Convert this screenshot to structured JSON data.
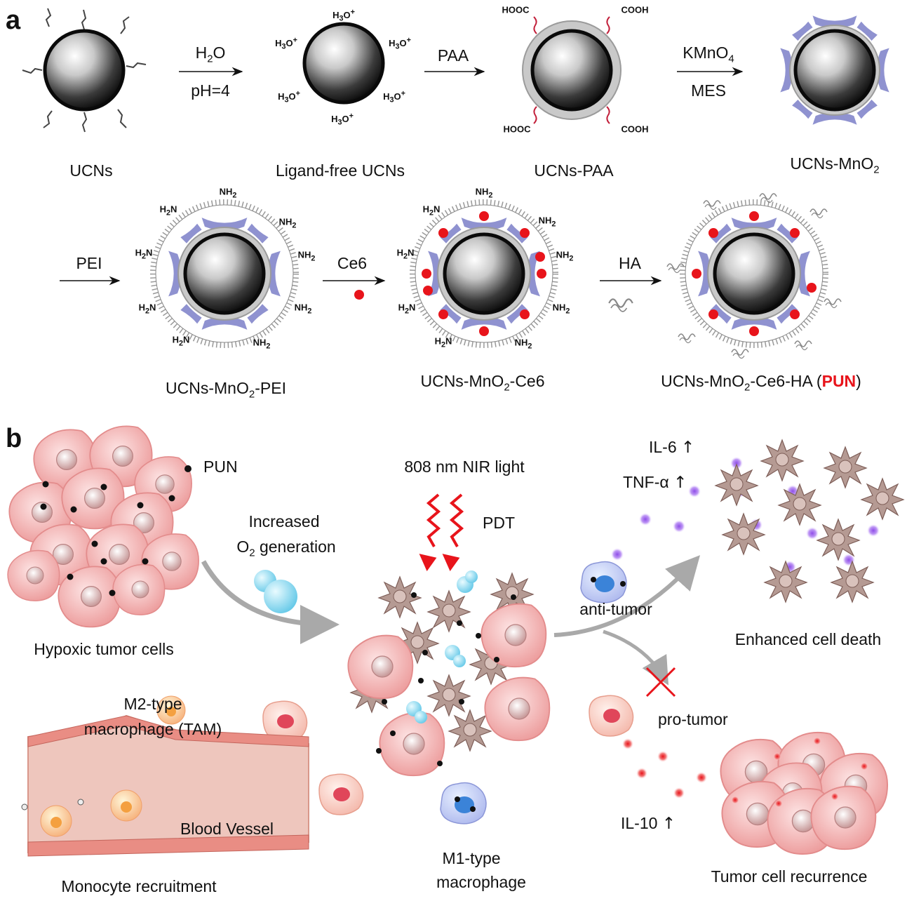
{
  "panel_a": {
    "label": "a",
    "steps": [
      {
        "top": "H2O",
        "bottom": "pH=4"
      },
      {
        "top": "PAA",
        "bottom": ""
      },
      {
        "top": "KMnO4",
        "bottom": "MES"
      },
      {
        "top": "PEI",
        "bottom": ""
      },
      {
        "top": "Ce6",
        "bottom": ""
      },
      {
        "top": "HA",
        "bottom": ""
      }
    ],
    "products": [
      "UCNs",
      "Ligand-free UCNs",
      "UCNs-PAA",
      "UCNs-MnO2",
      "UCNs-MnO2-PEI",
      "UCNs-MnO2-Ce6",
      "UCNs-MnO2-Ce6-HA (PUN)"
    ],
    "surface_groups": {
      "hydronium": "H3O+",
      "carboxyl": "COOH",
      "carboxyl_left": "HOOC",
      "amine": "NH2",
      "amine_left": "H2N"
    }
  },
  "panel_b": {
    "label": "b",
    "legend_pun": "PUN",
    "light": "808 nm NIR light",
    "pdt": "PDT",
    "increased": "Increased",
    "o2_generation": "O2 generation",
    "hypoxic": "Hypoxic tumor cells",
    "m2_type": "M2-type",
    "macrophage_tam": "macrophage (TAM)",
    "blood_vessel": "Blood Vessel",
    "monocyte": "Monocyte recruitment",
    "m1_type": "M1-type",
    "macrophage": "macrophage",
    "anti_tumor": "anti-tumor",
    "pro_tumor": "pro-tumor",
    "il6": "IL-6",
    "tnf": "TNF-α",
    "il10": "IL-10",
    "enhanced": "Enhanced cell death",
    "recurrence": "Tumor cell recurrence"
  },
  "colors": {
    "accent_red": "#e8141b",
    "mno2_purple": "#8f92d0",
    "tumor_pink": "#f2a7a7",
    "m1_blue": "#6a98e0",
    "cytokine_purple": "#a77cf0",
    "o2_cyan": "#7fd6ef"
  }
}
